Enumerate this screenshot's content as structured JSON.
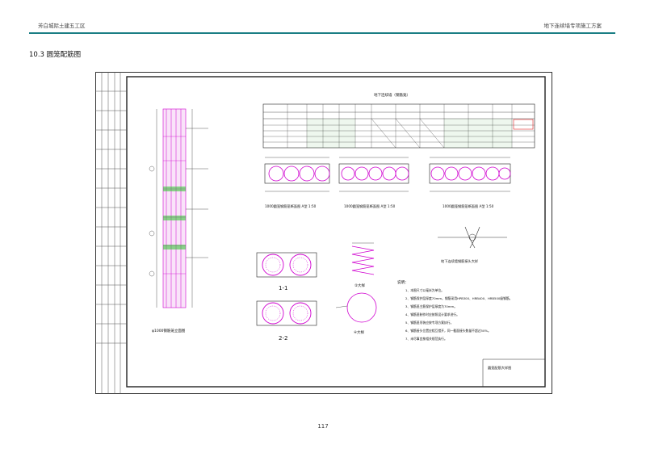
{
  "header": {
    "left": "芳白城际土建五工区",
    "right": "地下连续墙专项施工方案"
  },
  "section_title": "10.3 圆笼配筋图",
  "page_number": "117",
  "drawing": {
    "elevation_caption": "φ1000钢筋笼立面图",
    "table_title": "地下连续墙（钢筋笼）",
    "cage_captions": [
      "1000圆笼钢筋笼断面图 A型 1:50",
      "1000圆笼钢筋笼断面图 A型 1:50",
      "1000圆笼钢筋笼断面图 A型 1:50"
    ],
    "section_labels": [
      "1-1",
      "2-2"
    ],
    "detail_labels": [
      "②大样",
      "④大样"
    ],
    "connector_caption": "地下连续墙钢筋接头大样",
    "notes_title": "说明：",
    "notes": [
      "1、本图尺寸以毫米为单位。",
      "2、钢筋保护层厚度70mm，钢筋采用HPB300、HRB400、HRB500级钢筋。",
      "3、钢筋笼主筋保护层厚度为70mm。",
      "4、钢筋笼制作时应按照设计要求进行。",
      "5、钢筋笼吊装应按专项方案执行。",
      "6、钢筋接头位置应相互错开，同一截面接头数量不超过50%。",
      "7、未尽事宜按相关规范执行。"
    ],
    "title_block": "圆笼配筋大样图"
  }
}
